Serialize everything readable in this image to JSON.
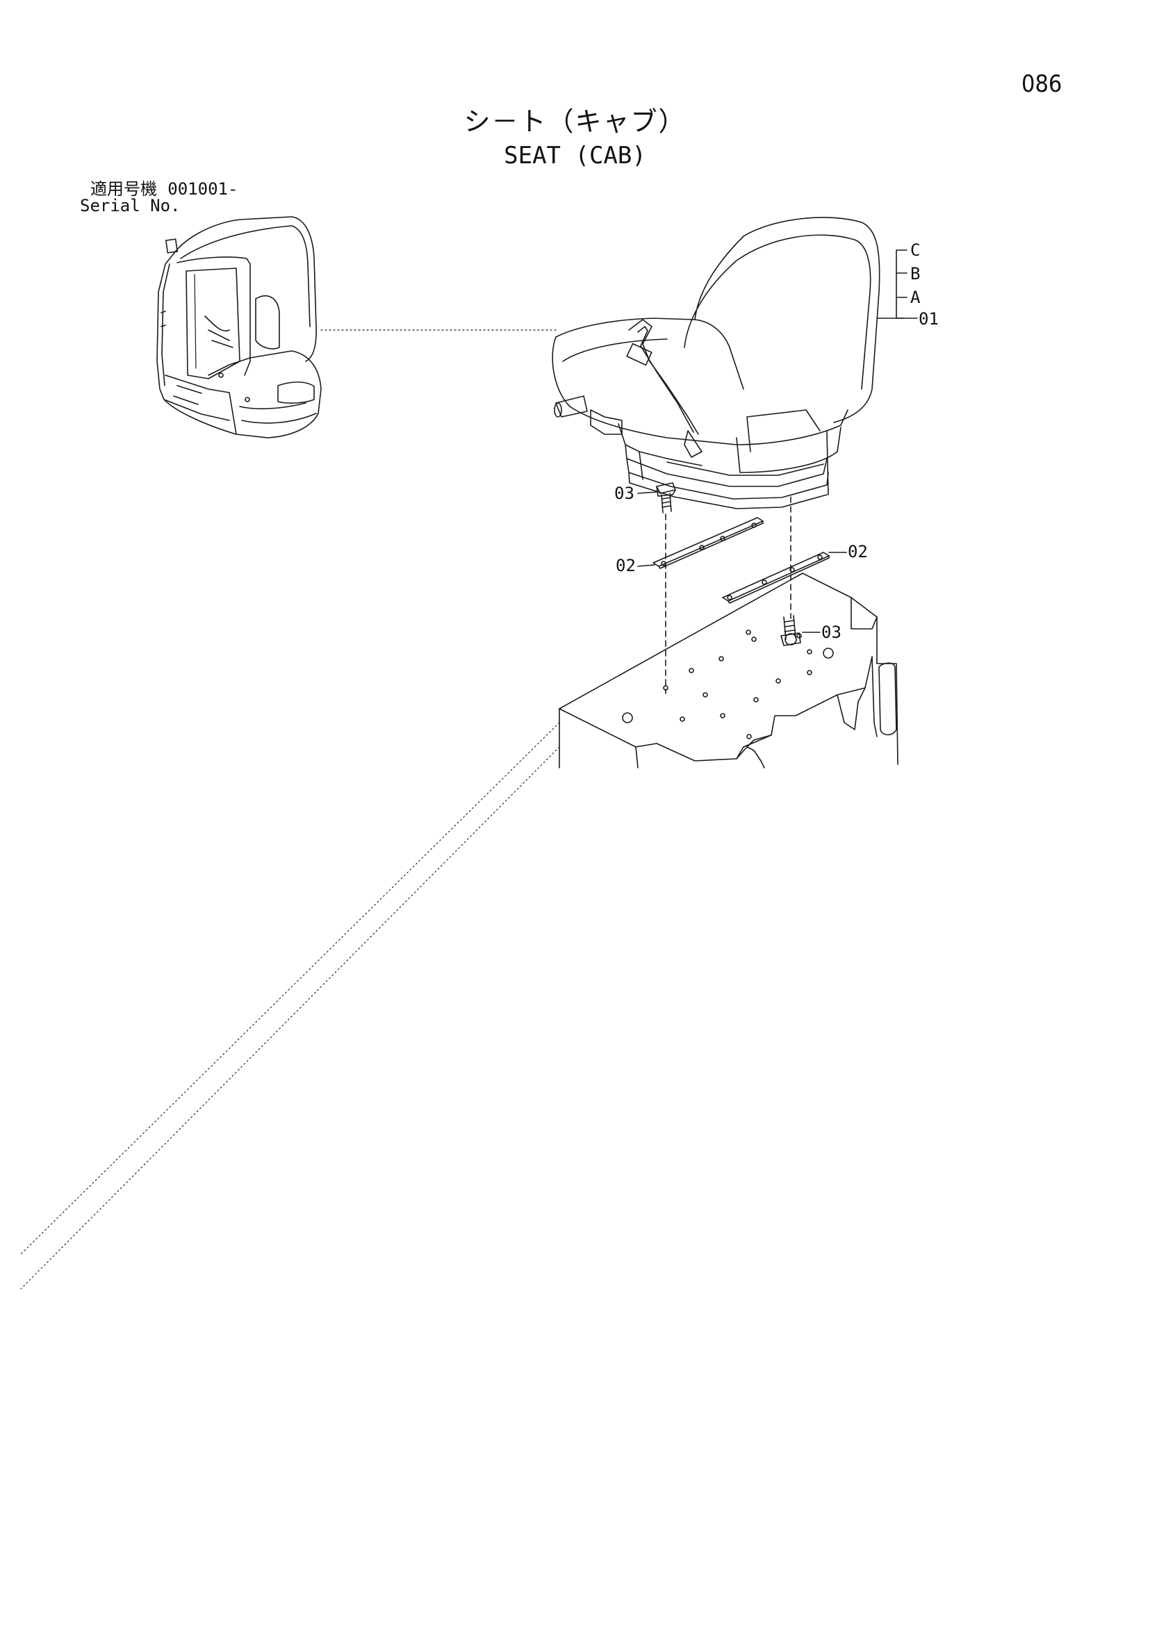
{
  "page": {
    "number": "086",
    "title_jp": "シ－ト（キャブ）",
    "title_en": "SEAT (CAB)"
  },
  "serial": {
    "label_jp": "適用号機",
    "range": "001001-",
    "label_en": "Serial No."
  },
  "callouts": {
    "seat_variant_c": "C",
    "seat_variant_b": "B",
    "seat_variant_a": "A",
    "seat": "01",
    "plate_left": "02",
    "plate_right": "02",
    "bolt_left": "03",
    "bolt_right": "03"
  }
}
